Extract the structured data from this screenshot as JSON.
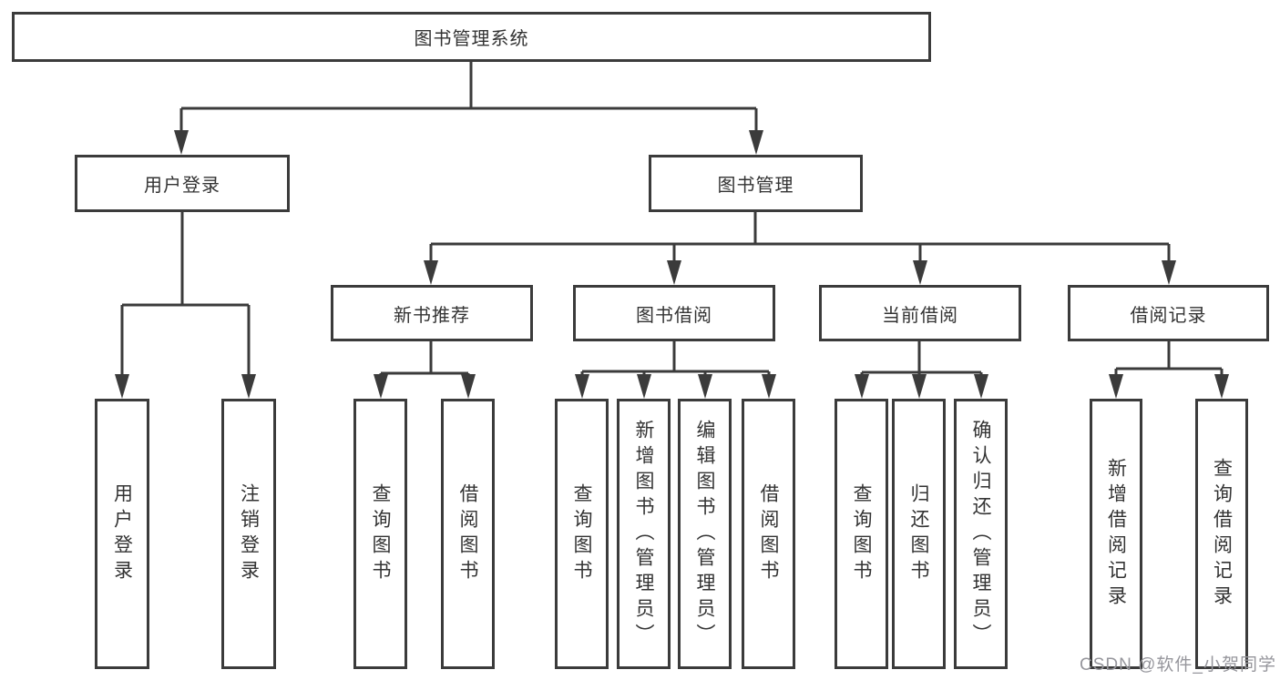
{
  "nodes": {
    "root": "图书管理系统",
    "level2": {
      "user_login": "用户登录",
      "book_mgmt": "图书管理"
    },
    "level3": {
      "new_books": "新书推荐",
      "borrowing": "图书借阅",
      "current": "当前借阅",
      "records": "借阅记录"
    },
    "leaves": {
      "user_login": [
        "用户登录",
        "注销登录"
      ],
      "new_books": [
        "查询图书",
        "借阅图书"
      ],
      "borrowing": [
        "查询图书",
        "新增图书（管理员）",
        "编辑图书（管理员）",
        "借阅图书"
      ],
      "current": [
        "查询图书",
        "归还图书",
        "确认归还（管理员）"
      ],
      "records": [
        "新增借阅记录",
        "查询借阅记录"
      ]
    }
  },
  "watermark": "CSDN @软件_小贺同学",
  "colors": {
    "line": "#3b3b3b",
    "text": "#333333",
    "watermark": "#96969c",
    "background": "#ffffff"
  }
}
